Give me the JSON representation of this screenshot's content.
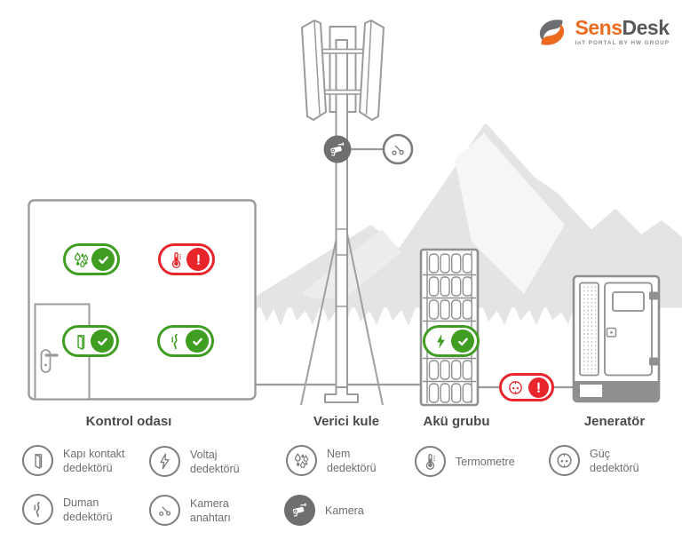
{
  "logo": {
    "brand_primary": "Sens",
    "brand_secondary": "Desk",
    "subtitle": "IoT PORTAL BY HW GROUP"
  },
  "sections": [
    {
      "id": "control-room",
      "label": "Kontrol odası"
    },
    {
      "id": "transmitter-tower",
      "label": "Verici kule"
    },
    {
      "id": "battery-group",
      "label": "Akü grubu"
    },
    {
      "id": "generator",
      "label": "Jeneratör"
    }
  ],
  "sensors": [
    {
      "id": "humidity",
      "section": "control-room",
      "icon": "humidity-icon",
      "status": "ok"
    },
    {
      "id": "temperature",
      "section": "control-room",
      "icon": "thermometer-icon",
      "status": "alert"
    },
    {
      "id": "door-contact",
      "section": "control-room",
      "icon": "door-icon",
      "status": "ok"
    },
    {
      "id": "smoke",
      "section": "control-room",
      "icon": "smoke-icon",
      "status": "ok"
    },
    {
      "id": "voltage",
      "section": "battery-group",
      "icon": "voltage-icon",
      "status": "ok"
    },
    {
      "id": "power",
      "section": "generator-line",
      "icon": "power-socket-icon",
      "status": "alert"
    }
  ],
  "tower_nodes": [
    {
      "id": "camera",
      "icon": "camera-icon"
    },
    {
      "id": "camera-switch",
      "icon": "camera-switch-icon"
    }
  ],
  "legend": {
    "items": [
      {
        "icon": "door-icon",
        "lines": [
          "Kapı kontakt",
          "dedektörü"
        ]
      },
      {
        "icon": "voltage-icon",
        "lines": [
          "Voltaj",
          "dedektörü"
        ]
      },
      {
        "icon": "humidity-icon",
        "lines": [
          "Nem",
          "dedektörü"
        ]
      },
      {
        "icon": "thermometer-icon",
        "lines": [
          "Termometre"
        ]
      },
      {
        "icon": "power-socket-icon",
        "lines": [
          "Güç",
          "dedektörü"
        ]
      },
      {
        "icon": "smoke-icon",
        "lines": [
          "Duman",
          "dedektörü"
        ]
      },
      {
        "icon": "camera-switch-icon",
        "lines": [
          "Kamera",
          "anahtarı"
        ]
      },
      {
        "icon": "camera-icon",
        "lines": [
          "Kamera"
        ]
      }
    ]
  },
  "colors": {
    "ok_green": "#3f9e22",
    "alert_red": "#e8252b",
    "outline_gray": "#9b9b9b",
    "equipment_gray": "#8f8f8f",
    "node_dark_gray": "#6f6f6f",
    "mountain_gray": "#e4e4e4",
    "snow_white": "#f6f6f6",
    "section_label_text": "#4a4a4a",
    "legend_text": "#6e6e6e",
    "logo_orange": "#ed6b21",
    "logo_dark": "#58595b"
  }
}
